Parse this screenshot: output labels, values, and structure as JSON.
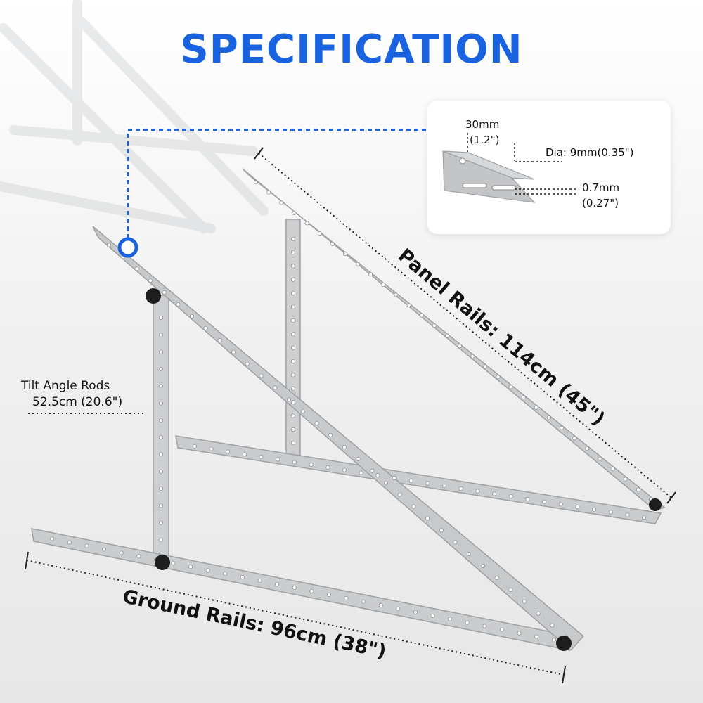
{
  "title": "SPECIFICATION",
  "colors": {
    "accent": "#1a63e0",
    "rail": "#c9cbcd",
    "rail_edge": "#9ea1a4",
    "knob": "#1e1e1e"
  },
  "detail": {
    "width_label": "30mm",
    "width_inch": "(1.2\")",
    "hole_label": "Dia: 9mm(0.35\")",
    "thickness_label": "0.7mm",
    "thickness_inch": "(0.27\")"
  },
  "labels": {
    "tilt_rod_title": "Tilt Angle Rods",
    "tilt_rod_size": "52.5cm (20.6\")",
    "panel_rails": "Panel Rails: 114cm (45\")",
    "ground_rails": "Ground Rails: 96cm (38\")"
  }
}
